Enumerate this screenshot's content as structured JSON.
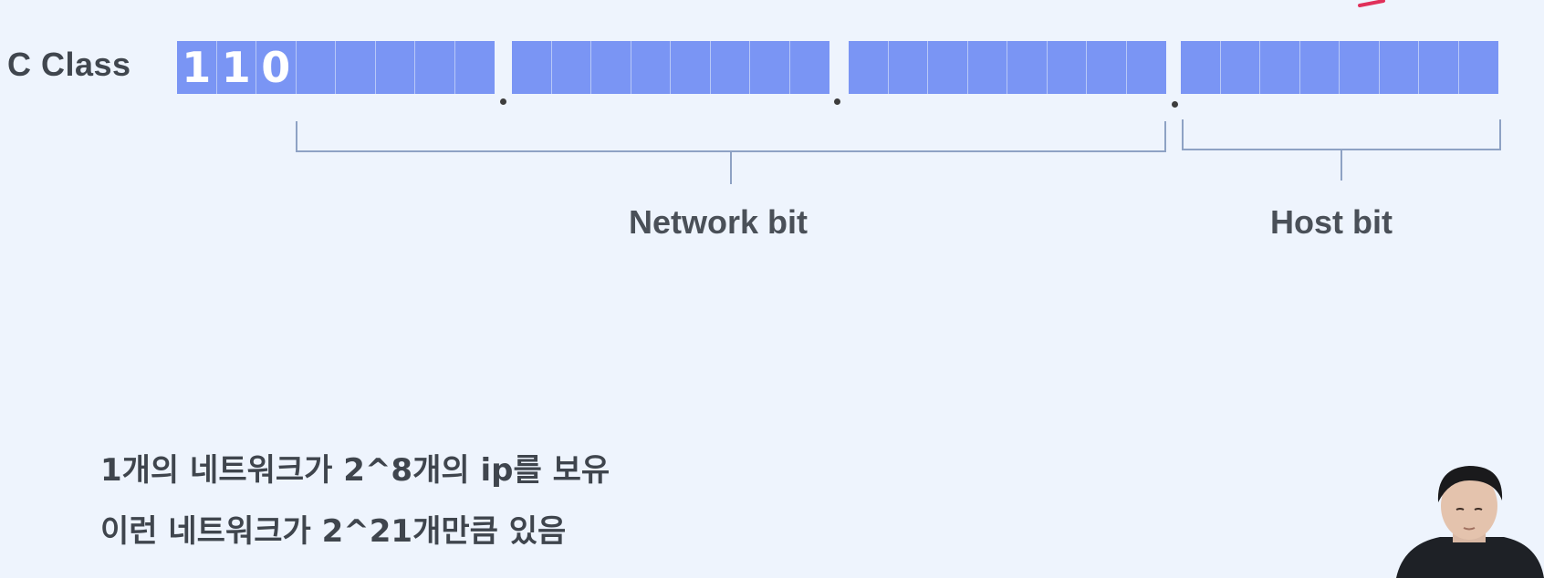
{
  "diagram": {
    "class_label": "C Class",
    "octets": [
      [
        "1",
        "1",
        "0",
        "",
        "",
        "",
        "",
        ""
      ],
      [
        "",
        "",
        "",
        "",
        "",
        "",
        "",
        ""
      ],
      [
        "",
        "",
        "",
        "",
        "",
        "",
        "",
        ""
      ],
      [
        "",
        "",
        "",
        "",
        "",
        "",
        "",
        ""
      ]
    ],
    "network_label": "Network bit",
    "host_label": "Host bit"
  },
  "notes": {
    "line1": "1개의 네트워크가 2^8개의 ip를 보유",
    "line2": "이런 네트워크가 2^21개만큼 있음"
  },
  "colors": {
    "background": "#eef4fd",
    "bit_fill": "#7a95f4",
    "bracket": "#8ea2c4",
    "accent": "#e0305a"
  }
}
